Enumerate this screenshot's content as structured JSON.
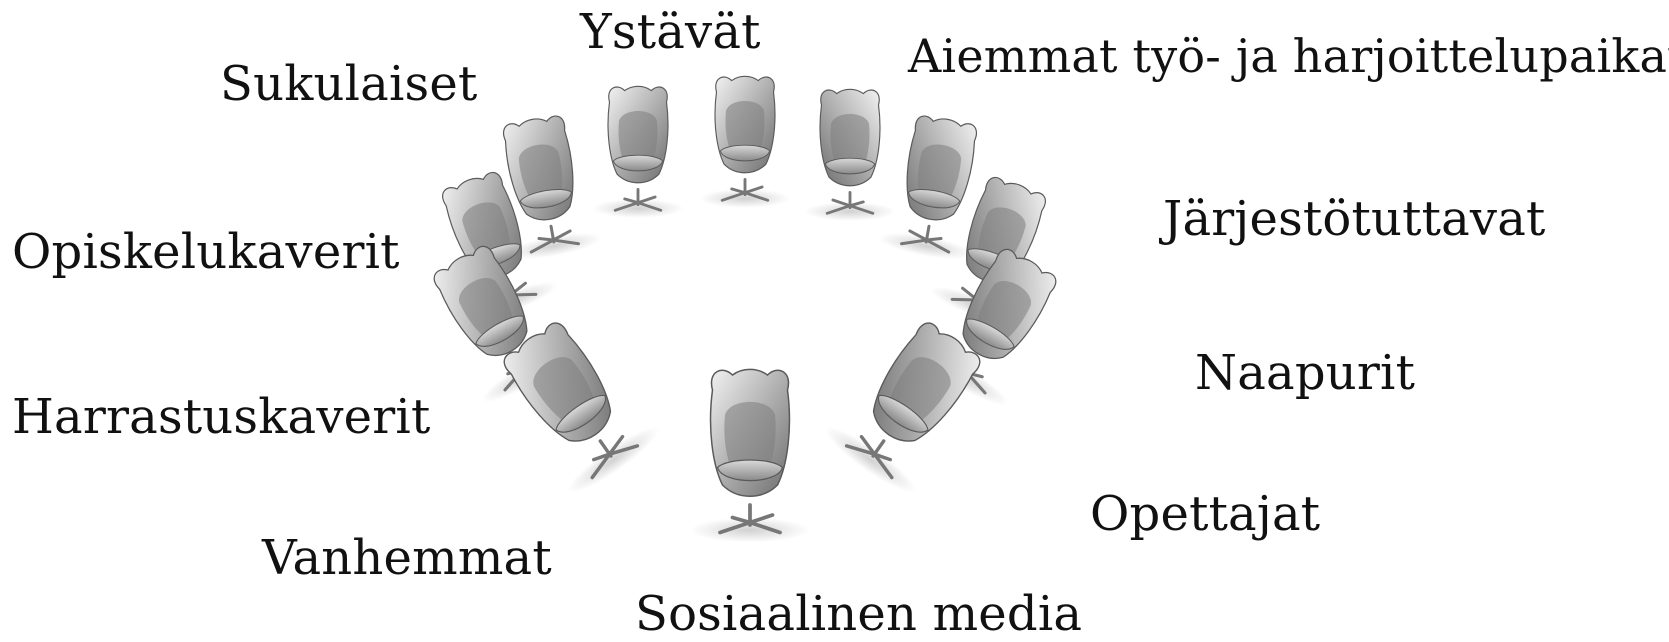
{
  "diagram": {
    "labels": {
      "ystavat": "Ystävät",
      "aiemmat": "Aiemmat työ- ja harjoittelupaikat",
      "sukulaiset": "Sukulaiset",
      "jarjestotuttavat": "Järjestötuttavat",
      "opiskelukaverit": "Opiskelukaverit",
      "naapurit": "Naapurit",
      "harrastuskaverit": "Harrastuskaverit",
      "opettajat": "Opettajat",
      "vanhemmat": "Vanhemmat",
      "sosiaalinen_media": "Sosiaalinen media"
    },
    "chair_count": 12,
    "colors": {
      "chair_light": "#f2f2f2",
      "chair_dark": "#6e6e6e",
      "text": "#111111"
    }
  }
}
